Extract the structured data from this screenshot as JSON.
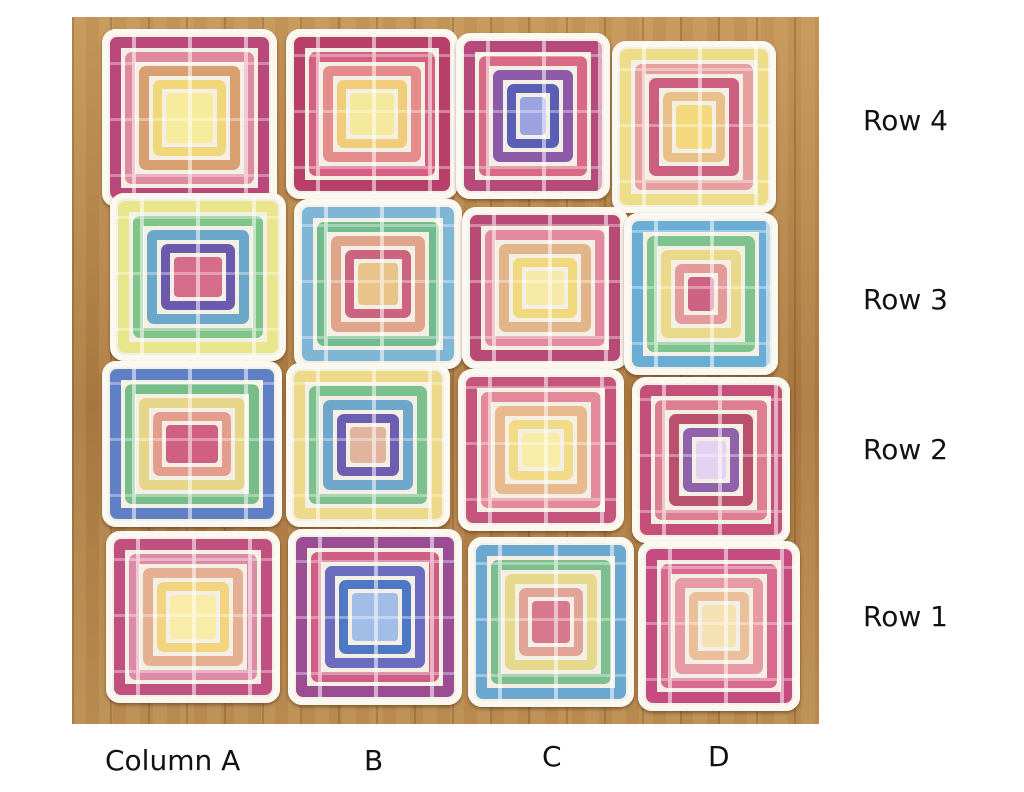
{
  "labels": {
    "rows": [
      "Row 4",
      "Row 3",
      "Row 2",
      "Row 1"
    ],
    "columns": [
      "Column A",
      "B",
      "C",
      "D"
    ]
  },
  "colors": {
    "wood": "#b98b52",
    "yarn_edge": "#fbf8f1"
  },
  "squares": [
    {
      "id": "A4",
      "palette": [
        "#b9497a",
        "#e08aa2",
        "#d8a070",
        "#f0d77a",
        "#f7eb9e"
      ]
    },
    {
      "id": "B4",
      "palette": [
        "#b93f6b",
        "#d45f82",
        "#e48c8c",
        "#f1cc7a",
        "#f4e89c"
      ]
    },
    {
      "id": "C4",
      "palette": [
        "#b54a7b",
        "#d96a86",
        "#8c5aa7",
        "#5b5eb5",
        "#9aa2e0"
      ]
    },
    {
      "id": "D4",
      "palette": [
        "#eedd88",
        "#e6a0a0",
        "#cc5f80",
        "#e9c08a",
        "#f4d87e"
      ]
    },
    {
      "id": "A3",
      "palette": [
        "#e8e58c",
        "#7fc58a",
        "#6aa7c8",
        "#6b59ad",
        "#d66c8c"
      ]
    },
    {
      "id": "B3",
      "palette": [
        "#7fb6d6",
        "#72bb8f",
        "#e0a48a",
        "#cc6480",
        "#e9c48a"
      ]
    },
    {
      "id": "C3",
      "palette": [
        "#b84a76",
        "#e38aa0",
        "#e2b48a",
        "#f0d87c",
        "#f7e9a8"
      ]
    },
    {
      "id": "D3",
      "palette": [
        "#6aaed6",
        "#7ec28d",
        "#e9d98a",
        "#e29a9a",
        "#cc6384"
      ]
    },
    {
      "id": "A2",
      "palette": [
        "#5f80c4",
        "#76bd8a",
        "#e6d68a",
        "#e39d8d",
        "#cf5f83"
      ]
    },
    {
      "id": "B2",
      "palette": [
        "#ecd98a",
        "#7cc08e",
        "#6ea6cc",
        "#6c5eb1",
        "#e1b49e"
      ]
    },
    {
      "id": "C2",
      "palette": [
        "#c5557d",
        "#e48a9a",
        "#e9b98e",
        "#f2db86",
        "#f7eda8"
      ]
    },
    {
      "id": "D2",
      "palette": [
        "#c44f78",
        "#dd7e93",
        "#b9516e",
        "#8f62aa",
        "#e4d2f0"
      ]
    },
    {
      "id": "A1",
      "palette": [
        "#c0507f",
        "#dd8aa6",
        "#e5b091",
        "#f1d47d",
        "#f8eca8"
      ]
    },
    {
      "id": "B1",
      "palette": [
        "#9a4d93",
        "#cf5e86",
        "#6b6cc0",
        "#4e78c4",
        "#a2bde6"
      ]
    },
    {
      "id": "C1",
      "palette": [
        "#6aa8d0",
        "#7dbe8e",
        "#e6d88c",
        "#e2a496",
        "#d7788e"
      ]
    },
    {
      "id": "D1",
      "palette": [
        "#c44c80",
        "#d86a90",
        "#e79aa4",
        "#ebbf9a",
        "#f5e2b4"
      ]
    }
  ]
}
